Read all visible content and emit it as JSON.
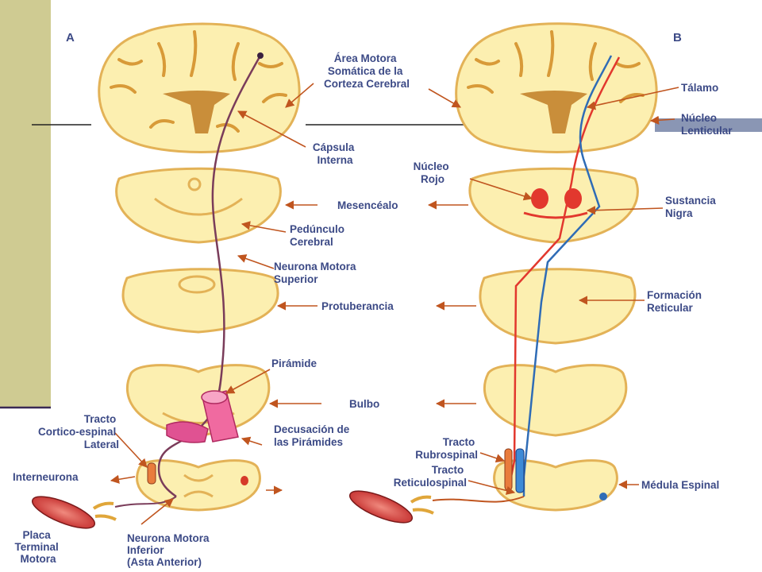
{
  "panels": {
    "a": "A",
    "b": "B"
  },
  "labels_a": {
    "motor_area": [
      "Área Motora",
      "Somática de la",
      "Corteza Cerebral"
    ],
    "internal_capsule": [
      "Cápsula",
      "Interna"
    ],
    "peduncle": [
      "Pedúnculo",
      "Cerebral"
    ],
    "upper_neuron": [
      "Neurona Motora",
      "Superior"
    ],
    "pyramid": "Pirámide",
    "decussation": [
      "Decusación de",
      "las Pirámides"
    ],
    "lateral_tract": [
      "Tracto",
      "Cortico-espinal",
      "Lateral"
    ],
    "interneuron": "Interneurona",
    "end_plate": [
      "Placa",
      "Terminal",
      "Motora"
    ],
    "lower_neuron": [
      "Neurona Motora",
      "Inferior",
      "(Asta Anterior)"
    ]
  },
  "labels_center": {
    "midbrain": "Mesencéalo",
    "pons": "Protuberancia",
    "medulla": "Bulbo"
  },
  "labels_b": {
    "thalamus": "Tálamo",
    "lentiform": [
      "Núcleo",
      "Lenticular"
    ],
    "red_nucleus": [
      "Núcleo",
      "Rojo"
    ],
    "substantia_nigra": [
      "Sustancia",
      "Nigra"
    ],
    "reticular": [
      "Formación",
      "Reticular"
    ],
    "rubrospinal": [
      "Tracto",
      "Rubrospinal"
    ],
    "reticulospinal": [
      "Tracto",
      "Reticulospinal"
    ],
    "spinal_cord": "Médula  Espinal"
  },
  "colors": {
    "sidebar": "#cfcb92",
    "tissue": "#fcefb0",
    "tissue_edge": "#e3b257",
    "arrow": "#c0551f",
    "label": "#3c4a86",
    "red_tract": "#e2382e",
    "blue_tract": "#2f6cb6",
    "pyramid_pink": "#f06aa0"
  },
  "icons": [
    "brain-section",
    "midbrain-section",
    "pons-section",
    "medulla-section",
    "spinal-cord-section",
    "muscle"
  ]
}
